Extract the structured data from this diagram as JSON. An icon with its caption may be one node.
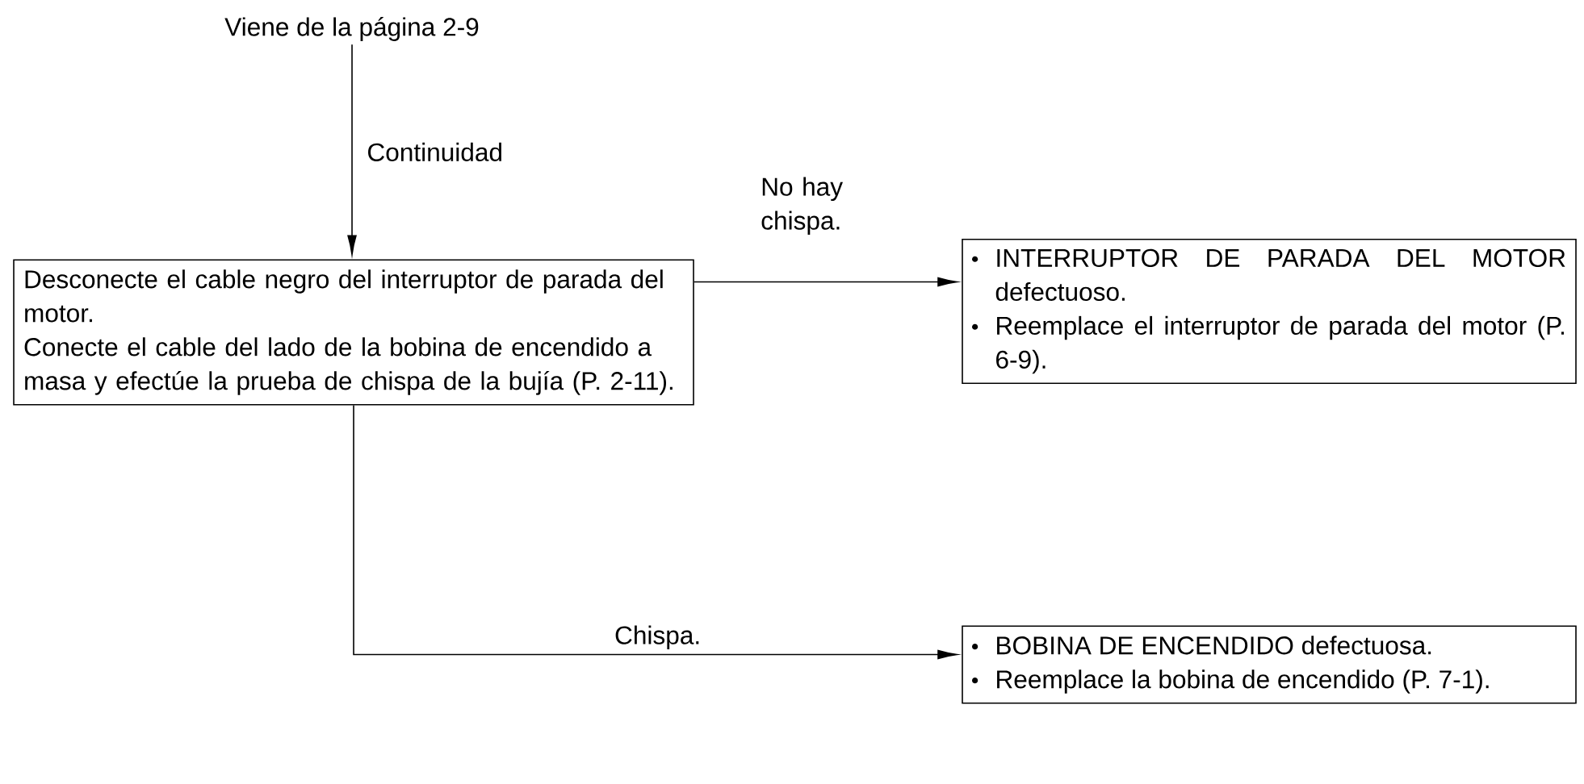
{
  "diagram": {
    "nodes": [
      {
        "text": [
          "Viene de la página 2-9"
        ]
      },
      {
        "text": [
          "Desconecte el cable negro del interruptor de parada del motor.",
          "Conecte el cable del lado de la bobina de encendido a masa y efectúe la prueba de chispa de la bujía (P. 2-11)."
        ]
      },
      {
        "text": [
          "INTERRUPTOR DE PARADA DEL MOTOR defectuoso.",
          "Reemplace el interruptor de parada del motor (P. 6-9)."
        ]
      },
      {
        "text": [
          "BOBINA DE ENCENDIDO defectuosa.",
          "Reemplace la bobina de encendido (P. 7-1)."
        ]
      }
    ],
    "edges": [
      {
        "from": 0,
        "to": 1,
        "arrow": "to",
        "label": "Continuidad"
      },
      {
        "from": 1,
        "to": 2,
        "arrow": "to",
        "label": "No hay chispa."
      },
      {
        "from": 1,
        "to": 3,
        "arrow": "to",
        "label": "Chispa."
      }
    ]
  }
}
